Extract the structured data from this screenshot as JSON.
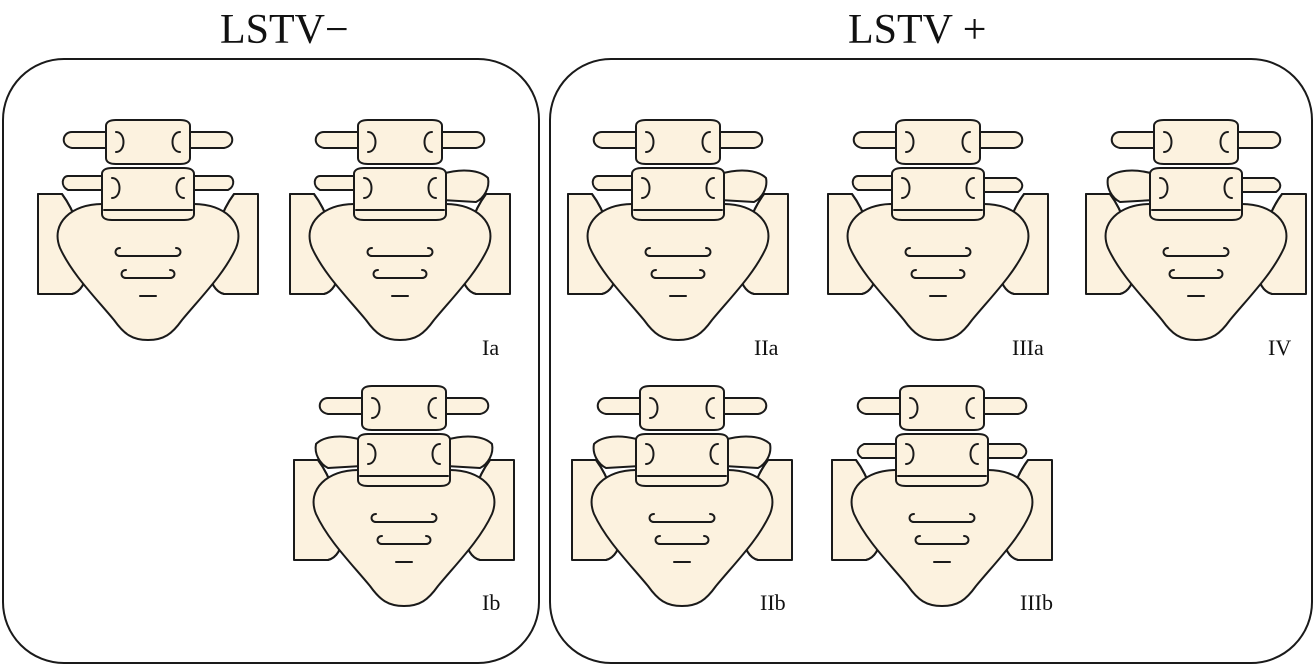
{
  "headings": {
    "negative": "LSTV−",
    "positive": "LSTV +"
  },
  "colors": {
    "bone_fill": "#fcf2df",
    "outline": "#1a1a1a"
  },
  "figures": [
    {
      "id": "normal",
      "label": "",
      "variant": "normal",
      "bilateral": false
    },
    {
      "id": "Ia",
      "label": "Ia",
      "variant": "Ia",
      "bilateral": false
    },
    {
      "id": "Ib",
      "label": "Ib",
      "variant": "Ib",
      "bilateral": true
    },
    {
      "id": "IIa",
      "label": "IIa",
      "variant": "IIa",
      "bilateral": false
    },
    {
      "id": "IIIa",
      "label": "IIIa",
      "variant": "IIIa",
      "bilateral": false
    },
    {
      "id": "IV",
      "label": "IV",
      "variant": "IV",
      "bilateral": false
    },
    {
      "id": "IIb",
      "label": "IIb",
      "variant": "IIb",
      "bilateral": true
    },
    {
      "id": "IIIb",
      "label": "IIIb",
      "variant": "IIIb",
      "bilateral": true
    }
  ]
}
